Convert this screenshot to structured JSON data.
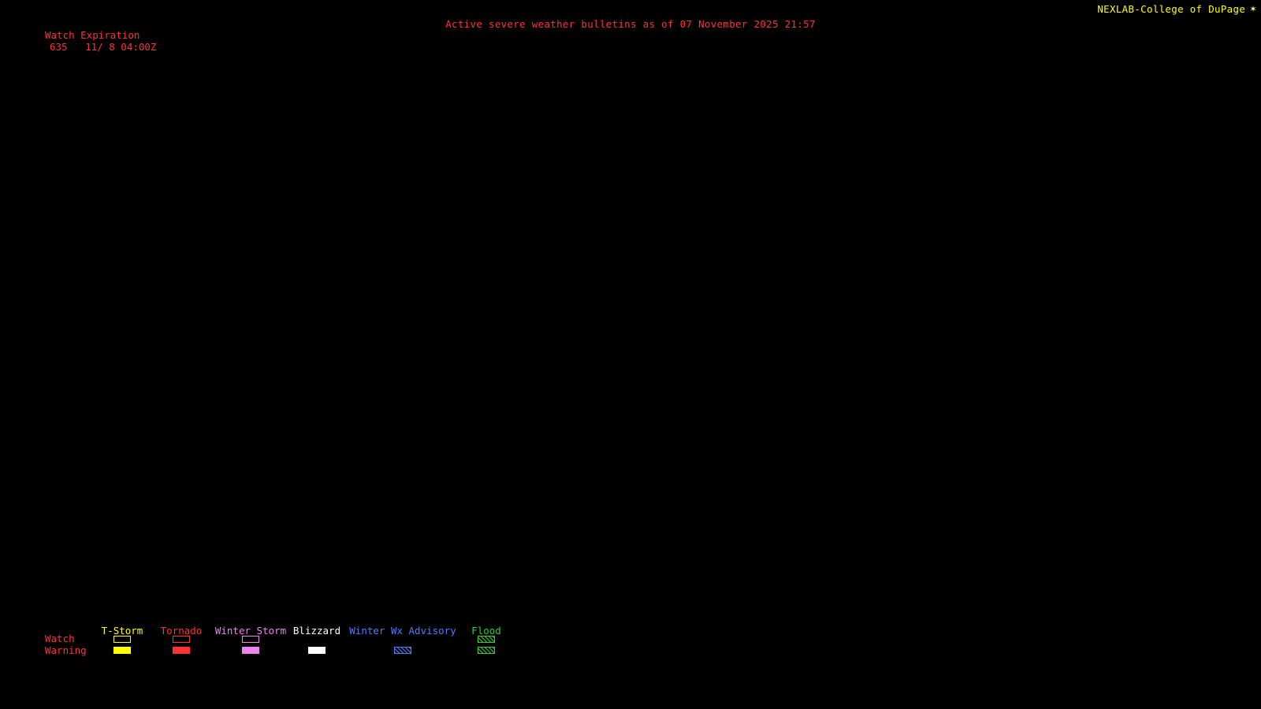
{
  "header": {
    "brand": "NEXLAB-College of DuPage",
    "corner_glyph": "✶",
    "title": "Active severe weather bulletins as of 07 November 2025 21:57"
  },
  "watch_expiration": {
    "label": "Watch Expiration",
    "entry": "635   11/ 8 04:00Z"
  },
  "legend": {
    "watch_label": "Watch",
    "warning_label": "Warning",
    "columns": [
      {
        "label": "T-Storm",
        "color": "#ffff00",
        "watch": "outline",
        "warning": "filled"
      },
      {
        "label": "Tornado",
        "color": "#ff3333",
        "watch": "outline",
        "warning": "filled"
      },
      {
        "label": "Winter Storm",
        "color": "#ee82ee",
        "watch": "outline",
        "warning": "filled"
      },
      {
        "label": "Blizzard",
        "color": "#ffffff",
        "watch": "none",
        "warning": "filled"
      },
      {
        "label": "Winter Wx Advisory",
        "color": "#4f7dff",
        "watch": "none",
        "warning": "hatched"
      },
      {
        "label": "Flood",
        "color": "#33cc33",
        "watch": "hatched",
        "warning": "hatched"
      }
    ]
  },
  "colors": {
    "background": "#000000",
    "brand": "#ffff00",
    "corner_glyph": "#ffffaa",
    "title": "#ff3333",
    "watch_expiration": "#ff3333",
    "legend_row_labels": "#ff3333"
  }
}
